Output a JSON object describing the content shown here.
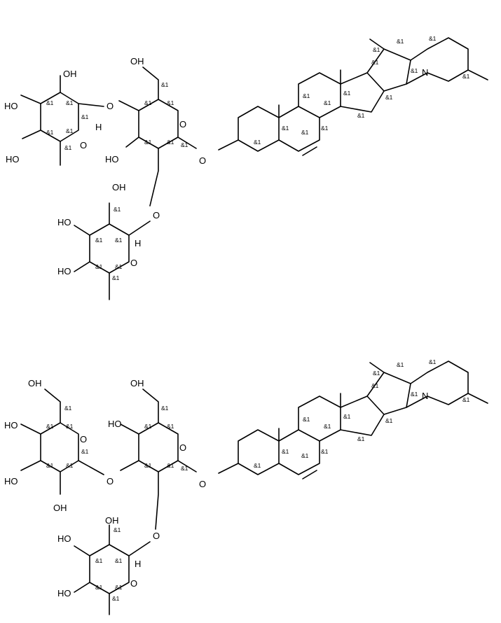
{
  "atoms": {
    "oh": "OH",
    "ho": "HO",
    "o": "O",
    "n": "N",
    "h": "H",
    "stereo_mark": "&1"
  }
}
